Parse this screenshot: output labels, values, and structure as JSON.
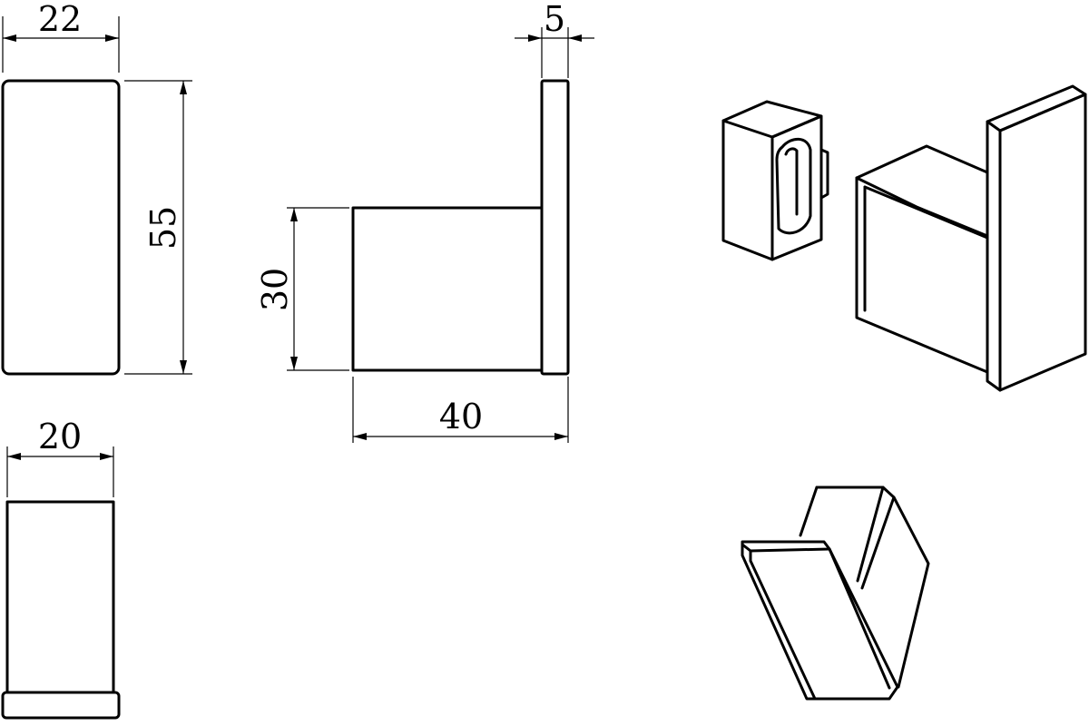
{
  "drawing": {
    "front_view": {
      "width_label": "22",
      "height_label": "55"
    },
    "side_view": {
      "thickness_label": "5",
      "arm_height_label": "30",
      "depth_label": "40"
    },
    "bottom_view": {
      "width_label": "20"
    }
  }
}
